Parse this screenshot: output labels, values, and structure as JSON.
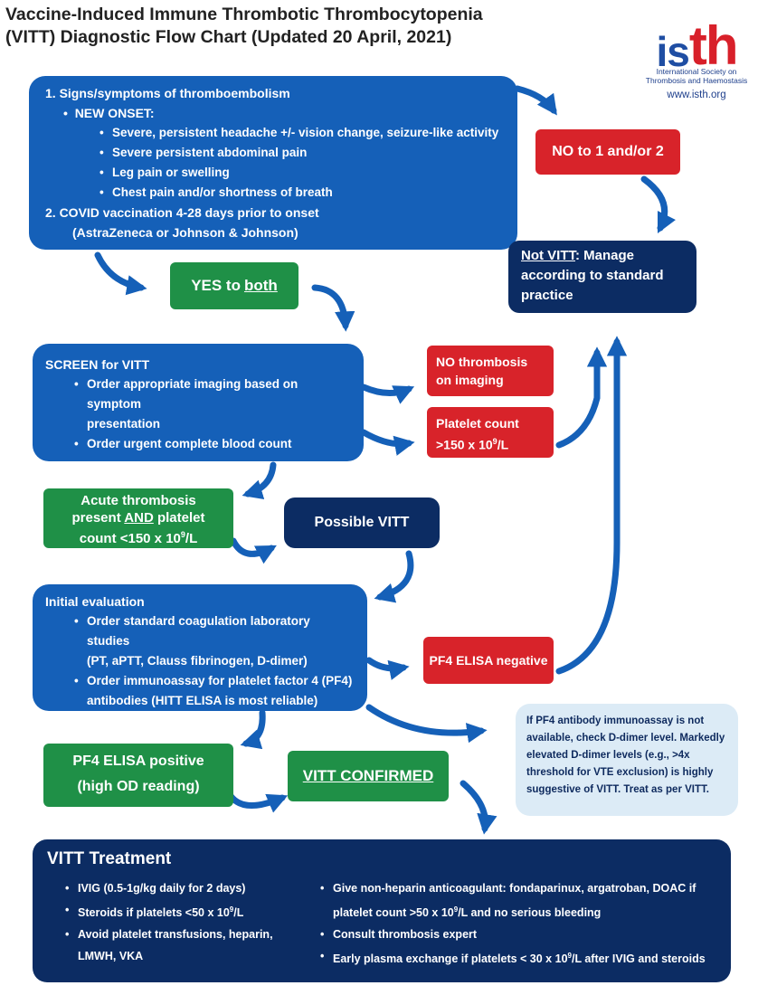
{
  "title": {
    "line1": "Vaccine-Induced Immune Thrombotic Thrombocytopenia",
    "line2": "(VITT) Diagnostic Flow Chart (Updated 20 April, 2021)"
  },
  "logo": {
    "mark_is": "is",
    "mark_th": "th",
    "sub1": "International Society on",
    "sub2": "Thrombosis and Haemostasis",
    "url": "www.isth.org"
  },
  "criteria": {
    "item1": "1.   Signs/symptoms of thromboembolism",
    "new_onset": "NEW ONSET:",
    "symptoms": [
      "Severe, persistent headache +/- vision change, seizure-like activity",
      "Severe persistent abdominal pain",
      "Leg pain or swelling",
      "Chest pain and/or shortness of breath"
    ],
    "item2": "2.   COVID vaccination 4-28 days prior to onset",
    "item2_sub": "(AstraZeneca or Johnson & Johnson)"
  },
  "no_to": "NO to 1 and/or 2",
  "not_vitt": {
    "label": "Not VITT",
    "rest1": ": Manage",
    "line2": "according to standard",
    "line3": "practice"
  },
  "yes_both": {
    "prefix": "YES to ",
    "word": "both"
  },
  "screen": {
    "head": "SCREEN for VITT",
    "items": [
      "Order appropriate imaging based on symptom",
      "Order urgent complete blood count"
    ],
    "item1_cont": "presentation"
  },
  "no_thrombosis": {
    "line1": "NO thrombosis",
    "line2": "on imaging"
  },
  "platelet_high": {
    "line1": "Platelet count",
    "line2": ">150 x 10",
    "sup": "9",
    "unit": "/L"
  },
  "acute": {
    "line1": "Acute thrombosis",
    "line2a": "present ",
    "line2b": "AND",
    "line2c": " platelet",
    "line3": "count <150 x 10",
    "sup": "9",
    "unit": "/L"
  },
  "possible": "Possible VITT",
  "initial": {
    "head": "Initial evaluation",
    "item1": "Order standard coagulation laboratory studies",
    "item1_cont": "(PT, aPTT, Clauss fibrinogen, D-dimer)",
    "item2": "Order immunoassay for platelet factor 4 (PF4)",
    "item2_cont": "antibodies (HITT ELISA is most reliable)"
  },
  "pf4_negative": "PF4 ELISA negative",
  "note": {
    "lines": [
      "If PF4 antibody immunoassay is not",
      "available, check D-dimer level. Markedly",
      "elevated D-dimer levels (e.g., >4x",
      "threshold for VTE exclusion) is highly",
      "suggestive of VITT. Treat as per VITT."
    ]
  },
  "pf4_positive": {
    "line1": "PF4 ELISA positive",
    "line2": "(high OD reading)"
  },
  "confirmed": "VITT CONFIRMED",
  "treatment": {
    "head": "VITT Treatment",
    "left": [
      "IVIG (0.5-1g/kg daily for 2 days)",
      "Steroids if platelets <50 x 10",
      "Avoid platelet transfusions, heparin,"
    ],
    "left_sup": "9",
    "left_unit": "/L",
    "left_cont": "LMWH, VKA",
    "right1": "Give non-heparin anticoagulant: fondaparinux, argatroban, DOAC if",
    "right1_cont_a": "platelet count >50 x 10",
    "right1_cont_b": "/L and no serious bleeding",
    "right2": "Consult thrombosis expert",
    "right3a": "Early plasma exchange if platelets < 30 x 10",
    "right3b": "/L after IVIG and steroids",
    "sup": "9"
  },
  "colors": {
    "blue": "#1560b8",
    "navy": "#0c2c63",
    "red": "#d8232a",
    "green": "#1f9047",
    "light": "#dcebf6"
  }
}
